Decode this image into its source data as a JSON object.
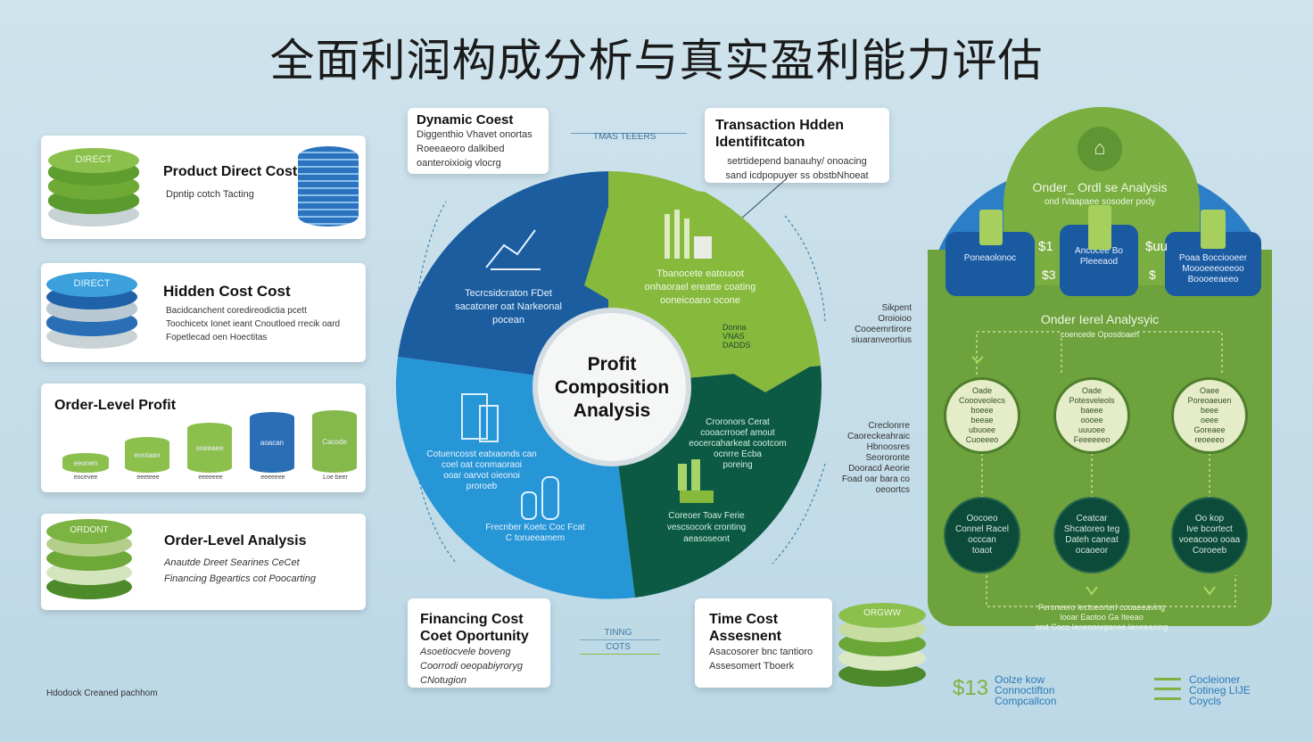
{
  "title": "全面利润构成分析与真实盈利能力评估",
  "left_cards": [
    {
      "title": "Product Direct Cost",
      "lines": [
        "Dpntip cotch Tacting"
      ],
      "badge": "DIRECT"
    },
    {
      "title": "Hidden Cost Cost",
      "lines": [
        "Bacidcanchent coredireodictia pcett",
        "Toochicetx Ionet ieant Cnoutloed rrecik oard",
        "Fopetlecad oen Hoectitas"
      ],
      "badge": "DIRECT"
    },
    {
      "title": "Order-Level Profit",
      "bar_labels": [
        "eeonen",
        "enntaan",
        "ooeeaee",
        "aoacan",
        "Cacode"
      ],
      "bar_captions": [
        "eocevee",
        "eeeteee",
        "eeeeeee",
        "eeeeeee",
        "Loe beer"
      ]
    },
    {
      "title": "Order-Level Analysis",
      "lines": [
        "Anautde Dreet Searines CeCet",
        "Financing Bgeartics cot Poocarting"
      ],
      "badge": "ORDONT"
    }
  ],
  "callouts": {
    "dynamic": {
      "title": "Dynamic Coest",
      "lines": [
        "Diggenthio Vhavet onortas",
        "Roeeaeoro dalkibed",
        "oanteroixioig vlocrg"
      ]
    },
    "dynamic_tag": "TMAS TEEERS",
    "transaction": {
      "title": "Transaction Hdden Identifitcaton",
      "lines": [
        "setrtidepend banauhy/ onoacing",
        "sand icdpopuyer ss obstbNhoeat"
      ]
    },
    "financing": {
      "title": "Financing Cost Coet Oportunity",
      "lines": [
        "Asoetiocvele boveng",
        "Coorrodi oeopabiyroryg",
        "CNotugion"
      ]
    },
    "time": {
      "title": "Time Cost Assesnent",
      "lines": [
        "Asacosorer bnc tantioro",
        "Assesomert Tboerk"
      ],
      "badge": "ORGWW"
    },
    "timing_tag": [
      "TINNG",
      "COTS"
    ]
  },
  "wheel": {
    "center": [
      "Profit",
      "Composition",
      "Analysis"
    ],
    "segments": [
      {
        "name": "top-left",
        "color": "#1b5d9f",
        "lines": [
          "Tecrcsidcraton FDet",
          "sacatoner oat Narkeonal",
          "pocean"
        ]
      },
      {
        "name": "top-right",
        "color": "#86b93c",
        "lines": [
          "Tbanocete eatouoot",
          "onhaorael ereatte coating",
          "ooneicoano ocone"
        ],
        "tag": [
          "Donna",
          "VNAS",
          "DADDS"
        ]
      },
      {
        "name": "bottom-right",
        "color": "#0d5a44",
        "lines": [
          "Croronors Cerat",
          "cooacrrooef amout",
          "eocercaharkeat  cootcom",
          "ocnrre Ecba",
          "poreing"
        ],
        "lines2": [
          "Coreoer Toav Ferie",
          "vescsocork cronting",
          "aeasoseont"
        ]
      },
      {
        "name": "bottom-left",
        "color": "#2796d6",
        "lines": [
          "Cotuencosst eatxaonds can",
          "coel oat conmaoraoi",
          "ooar oarvot oieonoi",
          "proroeb"
        ],
        "lines2": [
          "Frecnber Koetc Coc Fcat",
          "C torueeamem"
        ]
      }
    ]
  },
  "side_notes": {
    "upper": [
      "Sikpent",
      "Oroioioo",
      "Cooeemrtirore",
      "siuaranveortius"
    ],
    "lower": [
      "Creclonrre",
      "Caoreckeahraic",
      "Hbnoosres",
      "Seororonte",
      "Dooracd Aeorie",
      "Foad oar bara co",
      "oeoortcs"
    ]
  },
  "right_panel": {
    "top_title": "Onder_ Ordl se Analysis",
    "top_sub": "ond IVaapaee sosoder pody",
    "boxes": [
      "Poneaolonoc",
      "Ancocee Bo Pleeeaod",
      "Poaa Bocciooeer Moooeeeoeeoo Boooeeaeeo"
    ],
    "dollar": [
      "$1",
      "$3",
      "$uu",
      "$"
    ],
    "mid_title": "Onder Ierel Analysyic",
    "mid_sub": "coencede Oposdoaeh",
    "light_circles": [
      [
        "Oade",
        "Coooveolecs",
        "boeee",
        "beeae",
        "ubuoee",
        "Cuoeeeo"
      ],
      [
        "Oade",
        "Potesveleols",
        "baeee",
        "oooee",
        "uuuoee",
        "Feeeeeeo"
      ],
      [
        "Oaee",
        "Poreoaeuen",
        "beee",
        "oeee",
        "Goreaee",
        "reoeeeo"
      ]
    ],
    "dark_circles": [
      [
        "Oocoeo",
        "Connel Racel",
        "occcan",
        "toaot"
      ],
      [
        "Ceatcar",
        "Shcatoreo teg",
        "Dateh caneat",
        "ocaoeor"
      ],
      [
        "Oo kop",
        "Ive bcortect",
        "voeacooo ooaa",
        "Coroeeb"
      ]
    ],
    "bottom_text": [
      "Feroneero lectoeorterl cooaeeaving",
      "Iooar  Eaotoo  Ga Iteeao",
      "ood Coco Ieoenoorganee Ieoeeaoing"
    ]
  },
  "legend": [
    {
      "icon": "$13",
      "lines": [
        "Oolze kow",
        "Connoctifton",
        "Compcallcon"
      ]
    },
    {
      "icon": "lines-icon",
      "lines": [
        "Cocleioner",
        "Cotineg LIJE",
        "Coycls"
      ]
    }
  ],
  "footnote": "Hdodock Creaned pachhom",
  "colors": {
    "dark_blue": "#1b5d9f",
    "light_blue": "#2796d6",
    "light_green": "#86b93c",
    "dark_green": "#0d5a44",
    "panel_green": "#6ea23d",
    "bg": "#c5dde8"
  }
}
